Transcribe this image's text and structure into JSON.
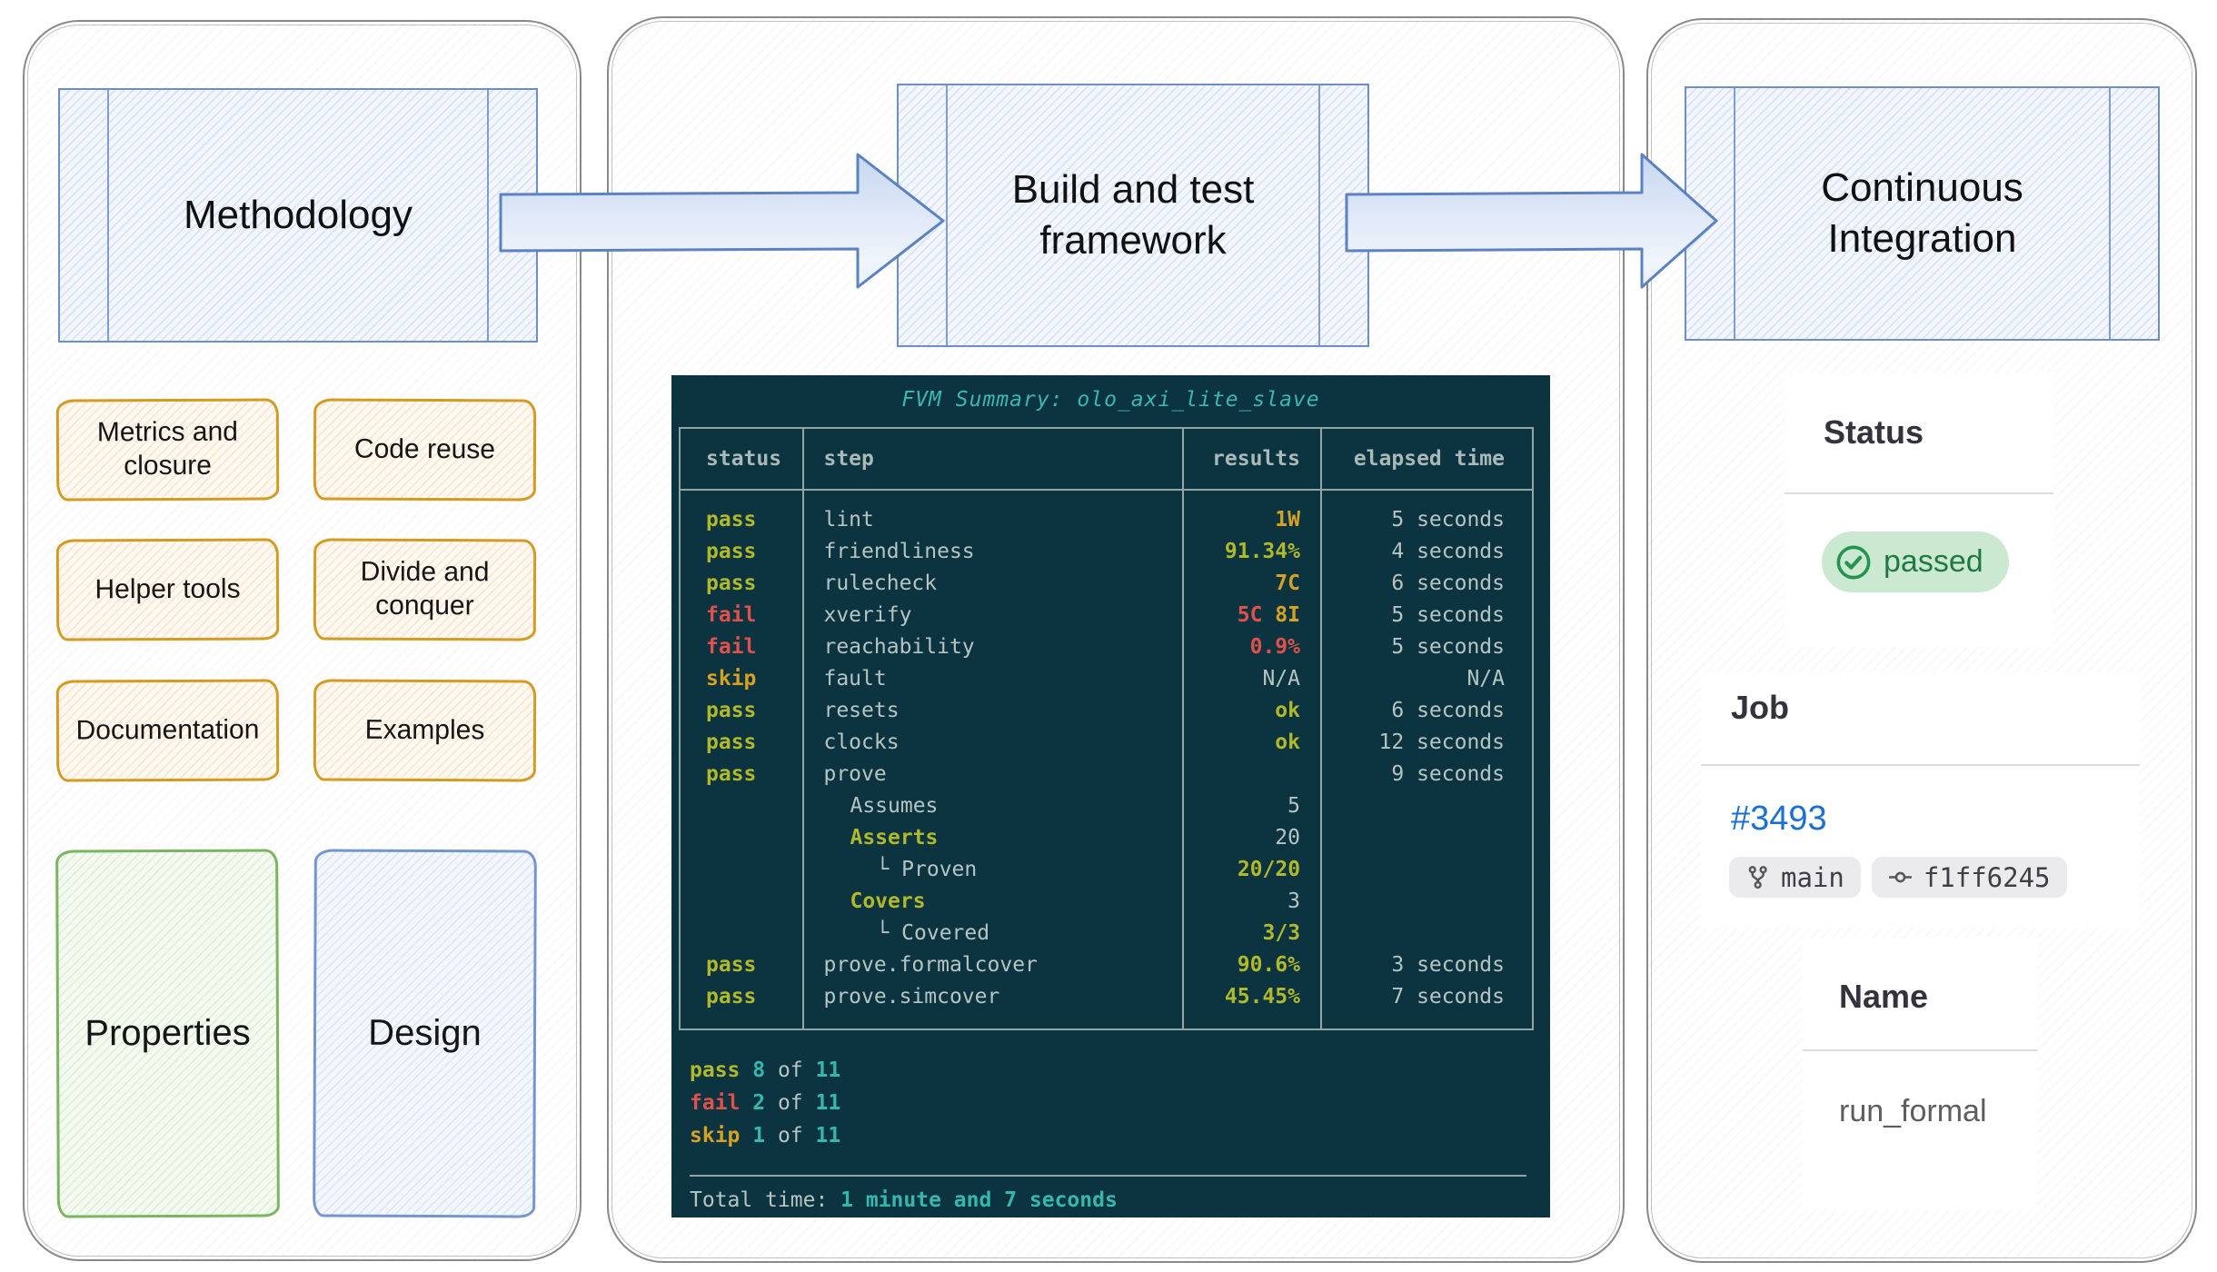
{
  "left_panel": {
    "title": "Methodology",
    "boxes": [
      {
        "label": "Metrics and closure",
        "variant": "orange"
      },
      {
        "label": "Code reuse",
        "variant": "orange"
      },
      {
        "label": "Helper tools",
        "variant": "orange"
      },
      {
        "label": "Divide and conquer",
        "variant": "orange"
      },
      {
        "label": "Documentation",
        "variant": "orange"
      },
      {
        "label": "Examples",
        "variant": "orange"
      },
      {
        "label": "Properties",
        "variant": "green"
      },
      {
        "label": "Design",
        "variant": "blue"
      }
    ]
  },
  "middle_panel": {
    "title": "Build and test framework",
    "terminal": {
      "title": "FVM Summary: olo_axi_lite_slave",
      "columns": [
        "status",
        "step",
        "results",
        "elapsed time"
      ],
      "rows": [
        {
          "status": "pass",
          "status_color": "yellow",
          "step": "lint",
          "indent": 0,
          "results": [
            {
              "text": "1W",
              "color": "orange",
              "bold": true
            }
          ],
          "time": "5 seconds"
        },
        {
          "status": "pass",
          "status_color": "yellow",
          "step": "friendliness",
          "indent": 0,
          "results": [
            {
              "text": "91.34%",
              "color": "yellow",
              "bold": true
            }
          ],
          "time": "4 seconds"
        },
        {
          "status": "pass",
          "status_color": "yellow",
          "step": "rulecheck",
          "indent": 0,
          "results": [
            {
              "text": "7C",
              "color": "orange",
              "bold": true
            }
          ],
          "time": "6 seconds"
        },
        {
          "status": "fail",
          "status_color": "red",
          "step": "xverify",
          "indent": 0,
          "results": [
            {
              "text": "5C",
              "color": "red",
              "bold": true
            },
            {
              "text": " 8I",
              "color": "orange",
              "bold": true
            }
          ],
          "time": "5 seconds"
        },
        {
          "status": "fail",
          "status_color": "red",
          "step": "reachability",
          "indent": 0,
          "results": [
            {
              "text": "0.9%",
              "color": "red",
              "bold": true
            }
          ],
          "time": "5 seconds"
        },
        {
          "status": "skip",
          "status_color": "orange",
          "step": "fault",
          "indent": 0,
          "results": [
            {
              "text": "N/A",
              "color": "fg",
              "bold": false
            }
          ],
          "time": "N/A"
        },
        {
          "status": "pass",
          "status_color": "yellow",
          "step": "resets",
          "indent": 0,
          "results": [
            {
              "text": "ok",
              "color": "yellow",
              "bold": true
            }
          ],
          "time": "6 seconds"
        },
        {
          "status": "pass",
          "status_color": "yellow",
          "step": "clocks",
          "indent": 0,
          "results": [
            {
              "text": "ok",
              "color": "yellow",
              "bold": true
            }
          ],
          "time": "12 seconds"
        },
        {
          "status": "pass",
          "status_color": "yellow",
          "step": "prove",
          "indent": 0,
          "results": [],
          "time": "9 seconds"
        },
        {
          "status": "",
          "step": "Assumes",
          "indent": 1,
          "results": [
            {
              "text": "5",
              "color": "fg",
              "bold": false
            }
          ],
          "time": ""
        },
        {
          "status": "",
          "step": "Asserts",
          "step_color": "yellow",
          "step_bold": true,
          "indent": 1,
          "results": [
            {
              "text": "20",
              "color": "fg",
              "bold": false
            }
          ],
          "time": ""
        },
        {
          "status": "",
          "step": "└ Proven",
          "indent": 2,
          "results": [
            {
              "text": "20/20",
              "color": "yellow",
              "bold": true
            }
          ],
          "time": ""
        },
        {
          "status": "",
          "step": "Covers",
          "step_color": "yellow",
          "step_bold": true,
          "indent": 1,
          "results": [
            {
              "text": "3",
              "color": "fg",
              "bold": false
            }
          ],
          "time": ""
        },
        {
          "status": "",
          "step": "└ Covered",
          "indent": 2,
          "results": [
            {
              "text": "3/3",
              "color": "yellow",
              "bold": true
            }
          ],
          "time": ""
        },
        {
          "status": "pass",
          "status_color": "yellow",
          "step": "prove.formalcover",
          "indent": 0,
          "results": [
            {
              "text": "90.6%",
              "color": "yellow",
              "bold": true
            }
          ],
          "time": "3 seconds"
        },
        {
          "status": "pass",
          "status_color": "yellow",
          "step": "prove.simcover",
          "indent": 0,
          "results": [
            {
              "text": "45.45%",
              "color": "yellow",
              "bold": true
            }
          ],
          "time": "7 seconds"
        }
      ],
      "summary": [
        {
          "label": "pass",
          "color": "yellow",
          "count": "8",
          "total": "11"
        },
        {
          "label": "fail",
          "color": "red",
          "count": "2",
          "total": "11"
        },
        {
          "label": "skip",
          "color": "orange",
          "count": "1",
          "total": "11"
        }
      ],
      "of_label": "of",
      "total_label": "Total time: ",
      "total_value": "1 minute and 7 seconds"
    }
  },
  "right_panel": {
    "title": "Continuous Integration",
    "status_card": {
      "heading": "Status",
      "badge_label": "passed"
    },
    "job_card": {
      "heading": "Job",
      "job_id": "#3493",
      "branch": "main",
      "commit": "f1ff6245"
    },
    "name_card": {
      "heading": "Name",
      "value": "run_formal"
    }
  },
  "colors": {
    "terminal_bg": "#0c3440",
    "pass": "#b1b82a",
    "fail": "#e0514c",
    "skip": "#d7a223",
    "teal": "#35b7ae",
    "badge_bg": "#cbe9d0",
    "badge_text": "#1f7a42",
    "link_blue": "#1a6fd4"
  }
}
